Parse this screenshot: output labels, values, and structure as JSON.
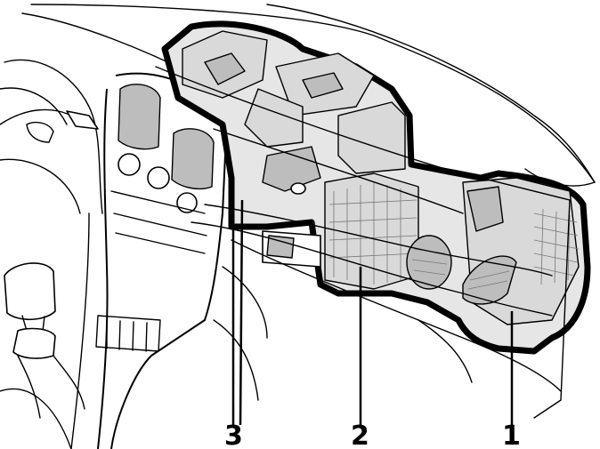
{
  "callouts": [
    {
      "id": "1",
      "label": "1"
    },
    {
      "id": "2",
      "label": "2"
    },
    {
      "id": "3",
      "label": "3"
    }
  ],
  "colors": {
    "line": "#000000",
    "component_fill": "#e6e6e6",
    "shade": "#bdbdbd",
    "background": "#ffffff"
  }
}
